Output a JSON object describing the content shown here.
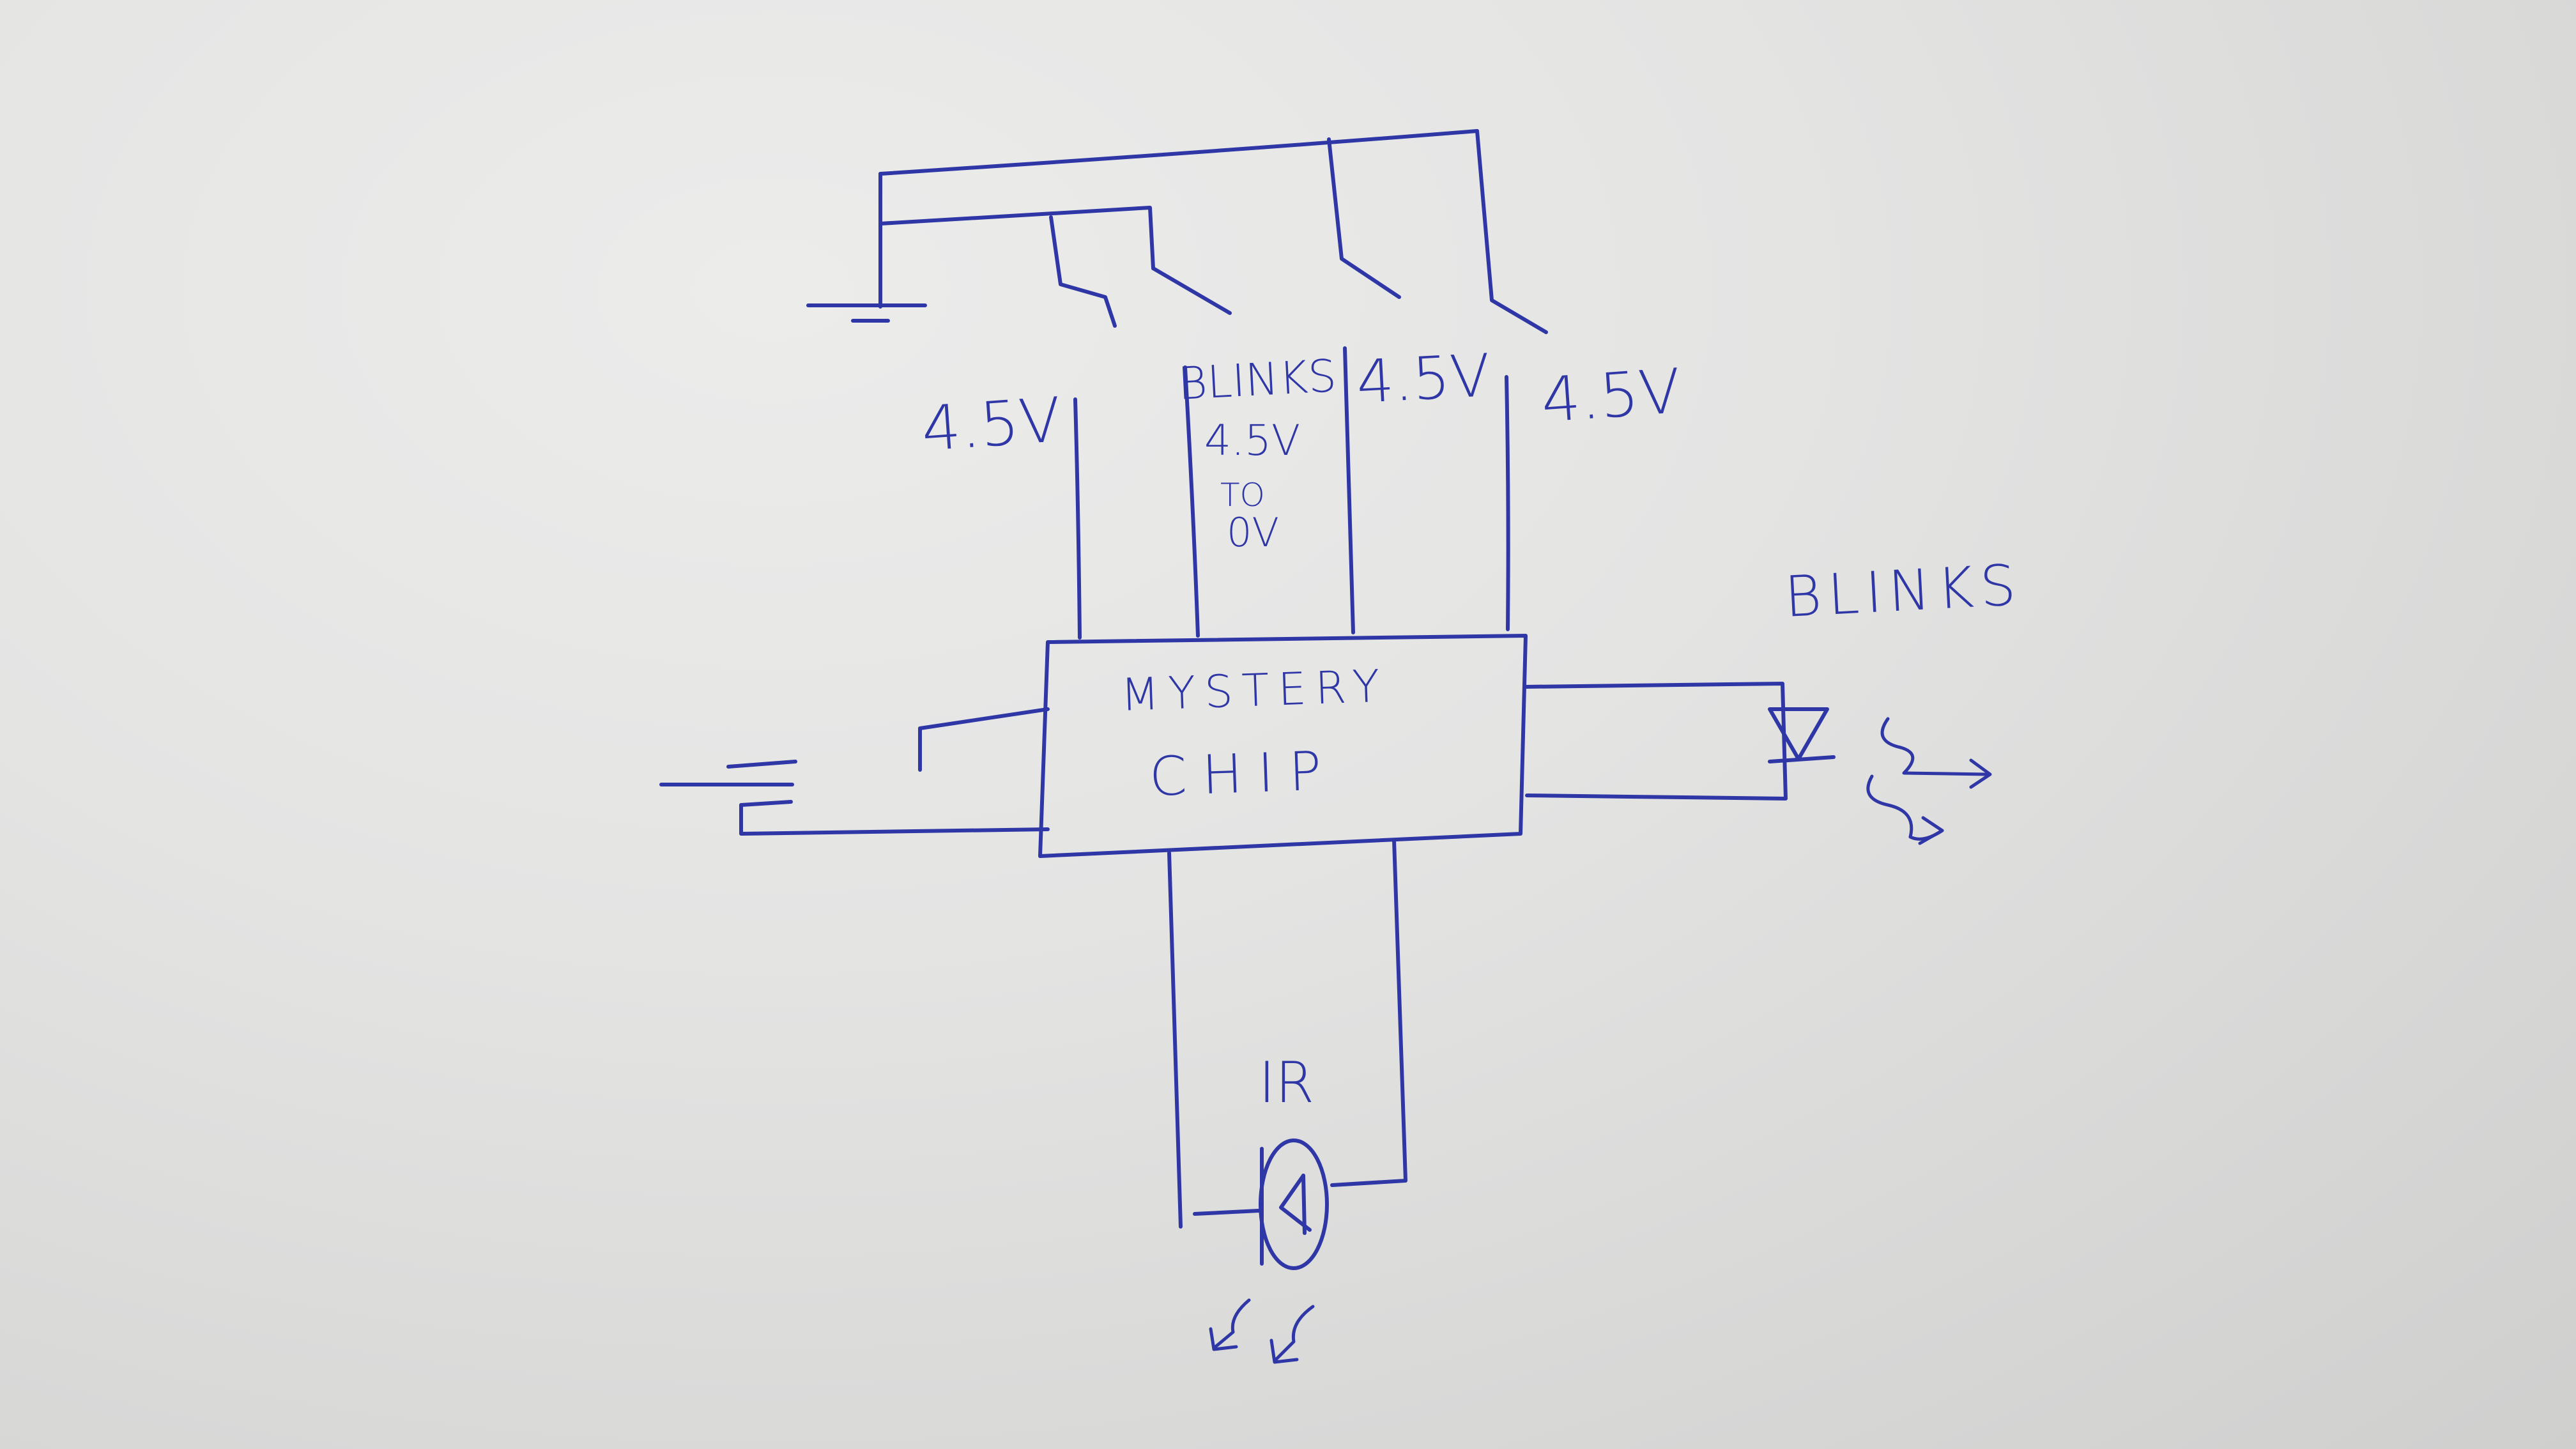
{
  "ink_color": "#2f36a6",
  "paper_color": "#e6e6e5",
  "labels": {
    "chip_line1": "MYSTERY",
    "chip_line2": "CHIP",
    "pin1_voltage": "4.5V",
    "pin2_line1": "BLINKS",
    "pin2_line2": "4.5V",
    "pin2_line3": "TO",
    "pin2_line4": "0V",
    "pin3_voltage": "4.5V",
    "pin4_voltage": "4.5V",
    "led_label": "BLINKS",
    "ir_label": "IR"
  }
}
